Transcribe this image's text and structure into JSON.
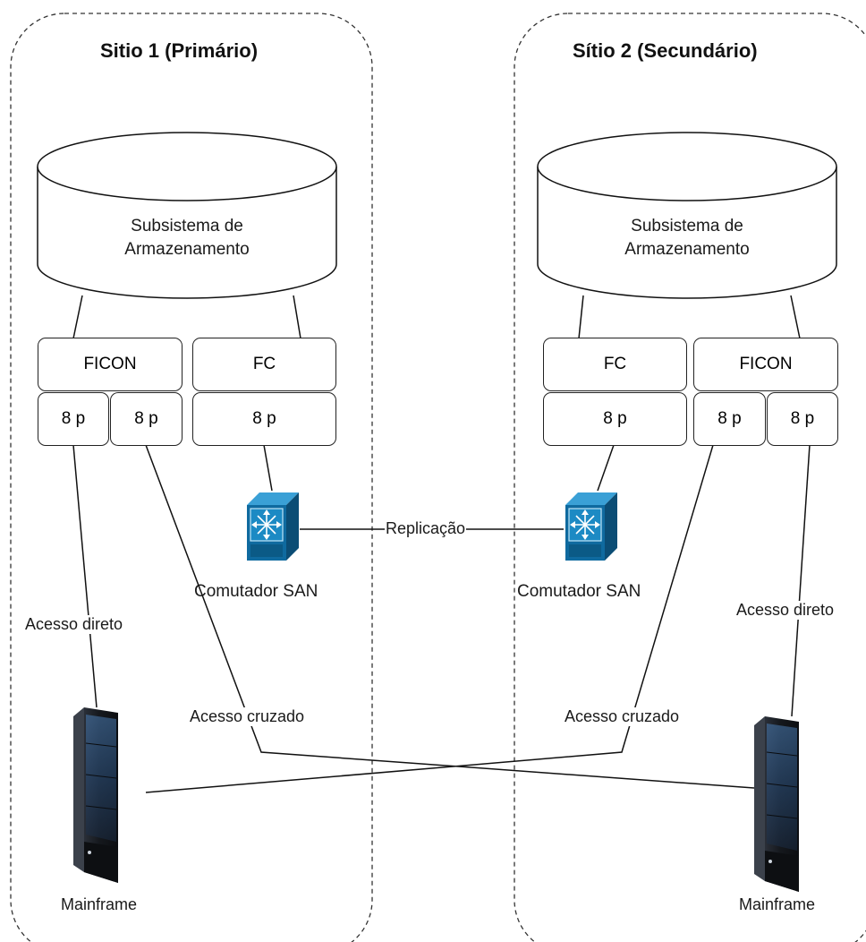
{
  "site1": {
    "title": "Sitio 1 (Primário)",
    "storage": {
      "line1": "Subsistema de",
      "line2": "Armazenamento"
    },
    "ficon_label": "FICON",
    "fc_label": "FC",
    "ficon_port_a": "8 p",
    "ficon_port_b": "8 p",
    "fc_port": "8 p",
    "switch_label": "Comutador SAN",
    "mainframe_label": "Mainframe",
    "direct_access": "Acesso direto",
    "cross_access": "Acesso cruzado"
  },
  "site2": {
    "title": "Sítio 2 (Secundário)",
    "storage": {
      "line1": "Subsistema de",
      "line2": "Armazenamento"
    },
    "ficon_label": "FICON",
    "fc_label": "FC",
    "ficon_port_a": "8 p",
    "ficon_port_b": "8 p",
    "fc_port": "8 p",
    "switch_label": "Comutador SAN",
    "mainframe_label": "Mainframe",
    "direct_access": "Acesso direto",
    "cross_access": "Acesso cruzado"
  },
  "replication_label": "Replicação",
  "icons": {
    "switch": "san-switch-icon",
    "mainframe": "mainframe-server-icon"
  },
  "colors": {
    "switch_dark": "#0b5a86",
    "switch_light": "#1c8ac4",
    "server_dark": "#1b1e24",
    "server_blue": "#3a6fa8"
  }
}
